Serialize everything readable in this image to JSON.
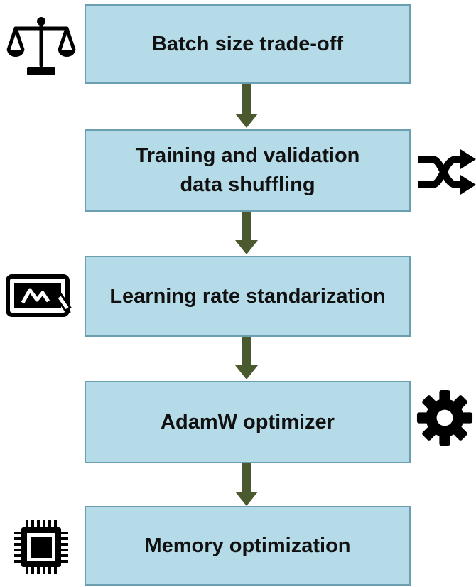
{
  "colors": {
    "box_fill": "#b4dbe7",
    "box_border": "#6a9fb0",
    "arrow": "#4a5a2e",
    "icon": "#000000"
  },
  "steps": [
    {
      "label": "Batch size trade-off",
      "icon": "balance-scale-icon"
    },
    {
      "label": "Training and validation data shuffling",
      "icon": "shuffle-icon"
    },
    {
      "label": "Learning rate standarization",
      "icon": "chart-screen-icon"
    },
    {
      "label": "AdamW optimizer",
      "icon": "gear-icon"
    },
    {
      "label": "Memory optimization",
      "icon": "microchip-icon"
    }
  ]
}
